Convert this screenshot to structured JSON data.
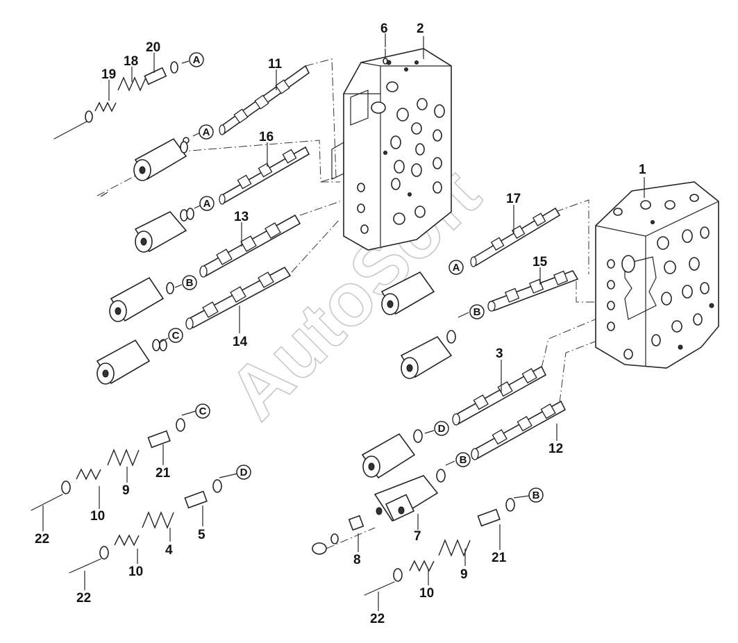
{
  "diagram": {
    "watermark": "AutoSoft",
    "part_numbers": [
      {
        "id": "n1",
        "text": "1"
      },
      {
        "id": "n2",
        "text": "2"
      },
      {
        "id": "n3",
        "text": "3"
      },
      {
        "id": "n4",
        "text": "4"
      },
      {
        "id": "n5",
        "text": "5"
      },
      {
        "id": "n6",
        "text": "6"
      },
      {
        "id": "n7",
        "text": "7"
      },
      {
        "id": "n8",
        "text": "8"
      },
      {
        "id": "n9a",
        "text": "9"
      },
      {
        "id": "n9b",
        "text": "9"
      },
      {
        "id": "n10a",
        "text": "10"
      },
      {
        "id": "n10b",
        "text": "10"
      },
      {
        "id": "n10c",
        "text": "10"
      },
      {
        "id": "n11",
        "text": "11"
      },
      {
        "id": "n12",
        "text": "12"
      },
      {
        "id": "n13",
        "text": "13"
      },
      {
        "id": "n14",
        "text": "14"
      },
      {
        "id": "n15",
        "text": "15"
      },
      {
        "id": "n16",
        "text": "16"
      },
      {
        "id": "n17",
        "text": "17"
      },
      {
        "id": "n18",
        "text": "18"
      },
      {
        "id": "n19",
        "text": "19"
      },
      {
        "id": "n20",
        "text": "20"
      },
      {
        "id": "n21a",
        "text": "21"
      },
      {
        "id": "n21b",
        "text": "21"
      },
      {
        "id": "n22a",
        "text": "22"
      },
      {
        "id": "n22b",
        "text": "22"
      },
      {
        "id": "n22c",
        "text": "22"
      }
    ],
    "circle_labels": [
      {
        "id": "cA1",
        "text": "A"
      },
      {
        "id": "cA2",
        "text": "A"
      },
      {
        "id": "cA3",
        "text": "A"
      },
      {
        "id": "cA4",
        "text": "A"
      },
      {
        "id": "cB1",
        "text": "B"
      },
      {
        "id": "cB2",
        "text": "B"
      },
      {
        "id": "cB3",
        "text": "B"
      },
      {
        "id": "cB4",
        "text": "B"
      },
      {
        "id": "cC1",
        "text": "C"
      },
      {
        "id": "cC2",
        "text": "C"
      },
      {
        "id": "cD1",
        "text": "D"
      },
      {
        "id": "cD2",
        "text": "D"
      }
    ]
  }
}
